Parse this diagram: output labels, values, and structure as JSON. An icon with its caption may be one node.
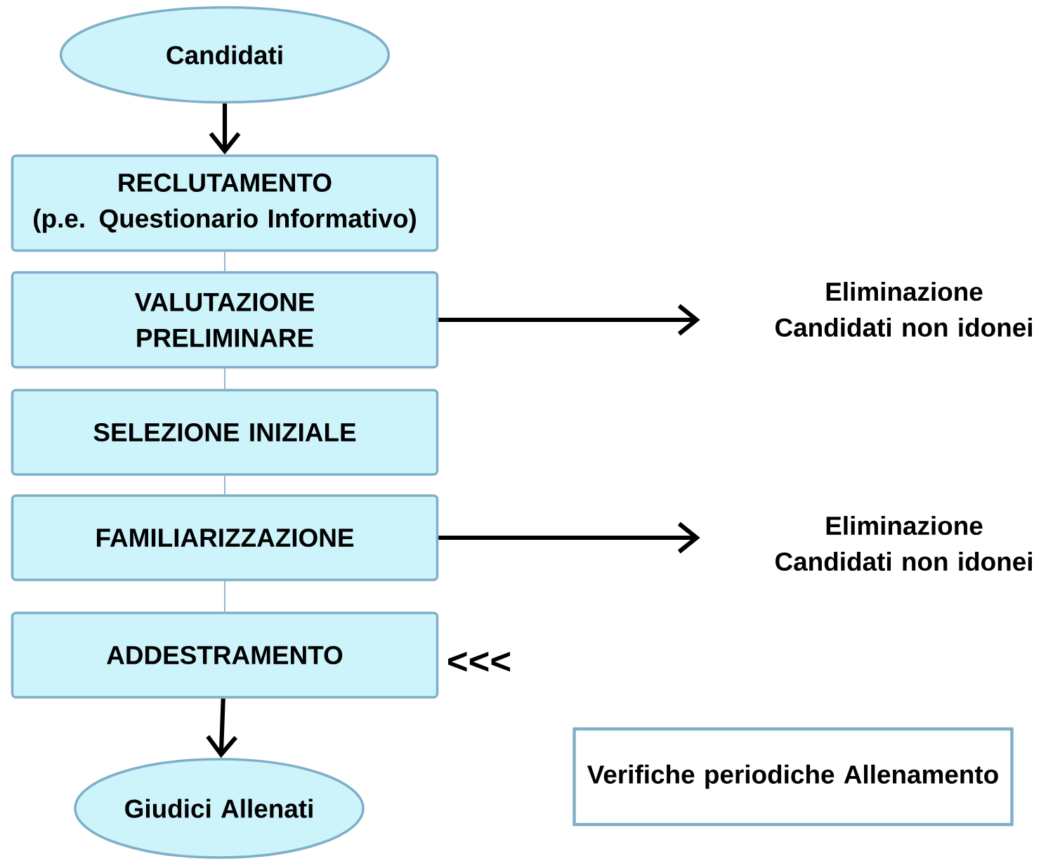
{
  "diagram": {
    "nodes": [
      {
        "text": [
          "Candidati"
        ]
      },
      {
        "text": [
          "RECLUTAMENTO",
          "(p.e. Questionario Informativo)"
        ]
      },
      {
        "text": [
          "VALUTAZIONE PRELIMINARE"
        ]
      },
      {
        "text": [
          "SELEZIONE INIZIALE"
        ]
      },
      {
        "text": [
          "FAMILIARIZZAZIONE"
        ]
      },
      {
        "text": [
          "ADDESTRAMENTO"
        ]
      },
      {
        "text": [
          "Giudici Allenati"
        ]
      },
      {
        "text": [
          "Eliminazione Candidati non idonei"
        ]
      },
      {
        "text": [
          "Eliminazione Candidati non idonei"
        ]
      },
      {
        "text": [
          "Verifiche periodiche Allenamento"
        ]
      }
    ],
    "edges": [
      {
        "from": 0,
        "to": 1,
        "arrow": "to",
        "style": "thick"
      },
      {
        "from": 1,
        "to": 2,
        "arrow": "none",
        "color": "#8eaacb"
      },
      {
        "from": 2,
        "to": 3,
        "arrow": "none",
        "color": "#8eaacb"
      },
      {
        "from": 3,
        "to": 4,
        "arrow": "none",
        "color": "#8eaacb"
      },
      {
        "from": 4,
        "to": 5,
        "arrow": "none",
        "color": "#8eaacb"
      },
      {
        "from": 5,
        "to": 6,
        "arrow": "to",
        "style": "thick"
      },
      {
        "from": 2,
        "to": 7,
        "arrow": "to",
        "style": "thick"
      },
      {
        "from": 4,
        "to": 8,
        "arrow": "to",
        "style": "thick"
      }
    ],
    "labels": [
      "<<<"
    ]
  }
}
